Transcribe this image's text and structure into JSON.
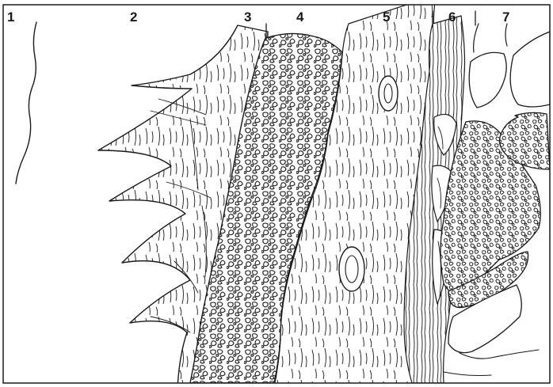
{
  "figure": {
    "labels": [
      "1",
      "2",
      "3",
      "4",
      "5",
      "6",
      "7"
    ],
    "ink_color": "#1a1a1a",
    "background_color": "#ffffff"
  }
}
